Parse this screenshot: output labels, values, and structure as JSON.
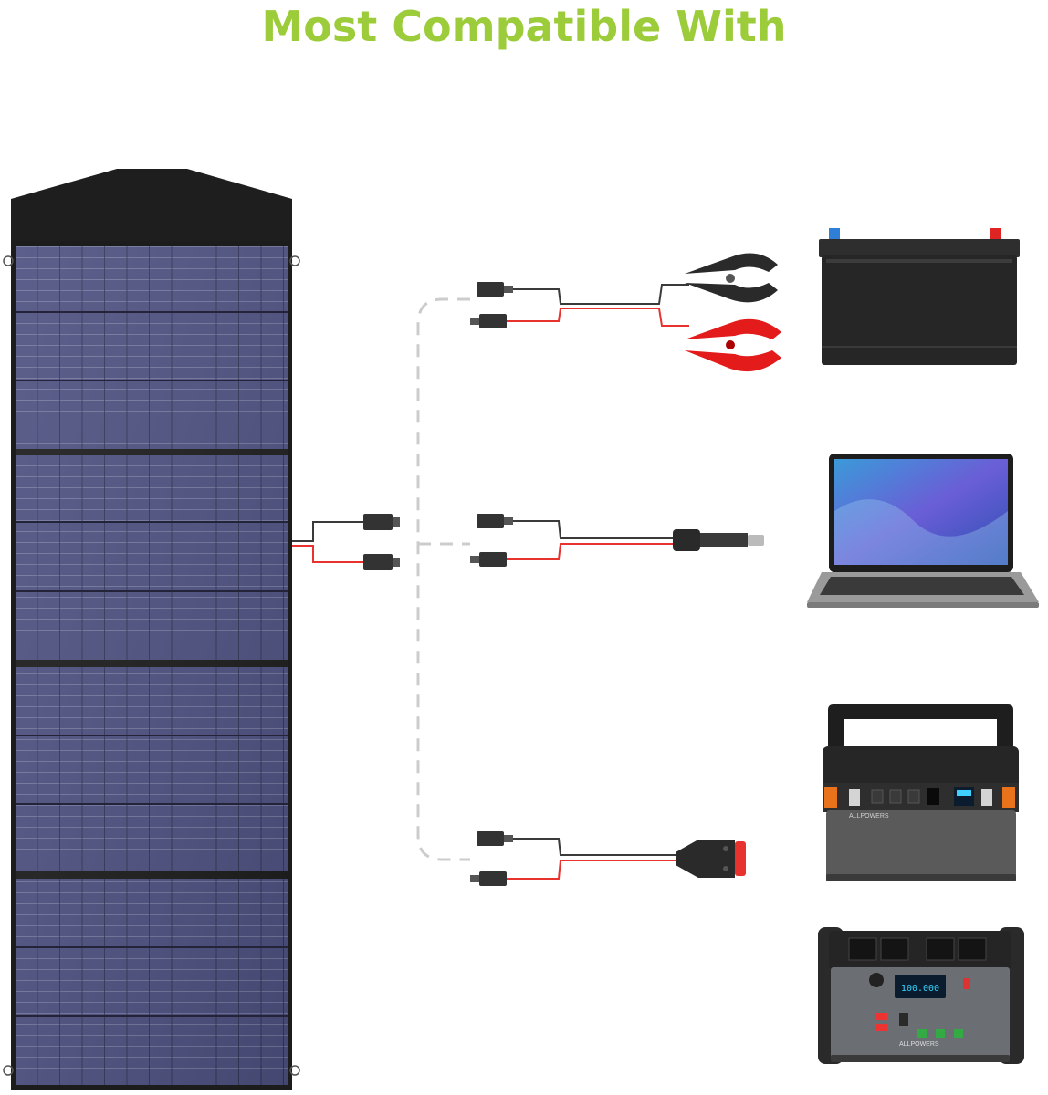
{
  "title": "Most Compatible With",
  "colors": {
    "title_green": "#9ccc3a",
    "panel_cell": "#4b4f7a",
    "wire_red": "#e8322e",
    "wire_black": "#3a3a3a",
    "dashed_line": "#cccccc"
  },
  "devices": [
    {
      "name": "car battery",
      "connector": "alligator clips"
    },
    {
      "name": "laptop",
      "connector": "DC barrel plug"
    },
    {
      "name": "portable power station (small)",
      "connector": "Anderson plug",
      "brand_label": "ALLPOWERS"
    },
    {
      "name": "portable power station (large)",
      "brand_label": "ALLPOWERS",
      "display_reading": "100.000"
    }
  ],
  "source": {
    "name": "foldable solar panel",
    "connector": "MC4 connectors"
  }
}
